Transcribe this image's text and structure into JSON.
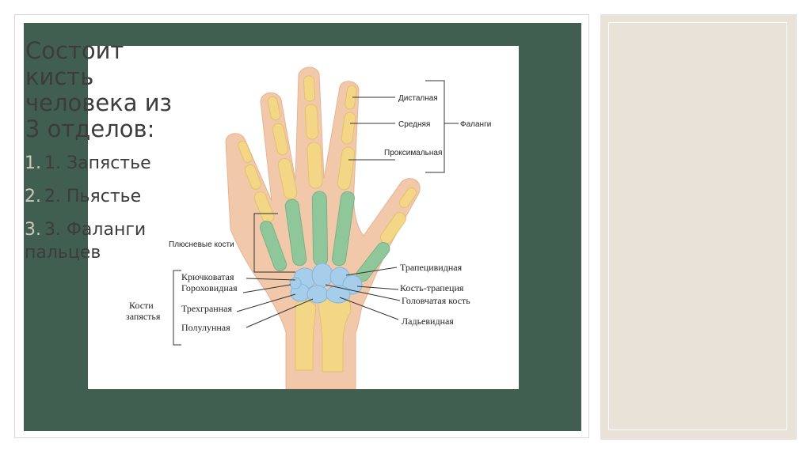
{
  "slide": {
    "title": "Состоит кисть человека из 3 отделов:",
    "items": [
      {
        "num": "1.",
        "text": "1. Запястье"
      },
      {
        "num": "2.",
        "text": "2. Пьястье"
      },
      {
        "num": "3.",
        "text": "3. Фаланги пальцев"
      }
    ]
  },
  "figure": {
    "labels": {
      "distal": "Дисталная",
      "middle": "Средняя",
      "proximal": "Проксимальная",
      "phalanges": "Фаланги",
      "metatarsal": "Плюсневые кости",
      "hamate": "Крючковатая",
      "pisiform": "Гороховидная",
      "wrist_bones_line1": "Кости",
      "wrist_bones_line2": "запястья",
      "triquetral": "Трехгранная",
      "lunate": "Полулунная",
      "trapezoid": "Трапецивидная",
      "trapezium": "Кость-трапеция",
      "capitate": "Головчатая кость",
      "scaphoid": "Ладьевидная"
    }
  },
  "colors": {
    "panel_green": "#415f51",
    "skin": "#f2c8aa",
    "bone_yellow": "#f4d687",
    "metacarpal_green": "#90c79a",
    "carpal_blue": "#a6cde9"
  }
}
